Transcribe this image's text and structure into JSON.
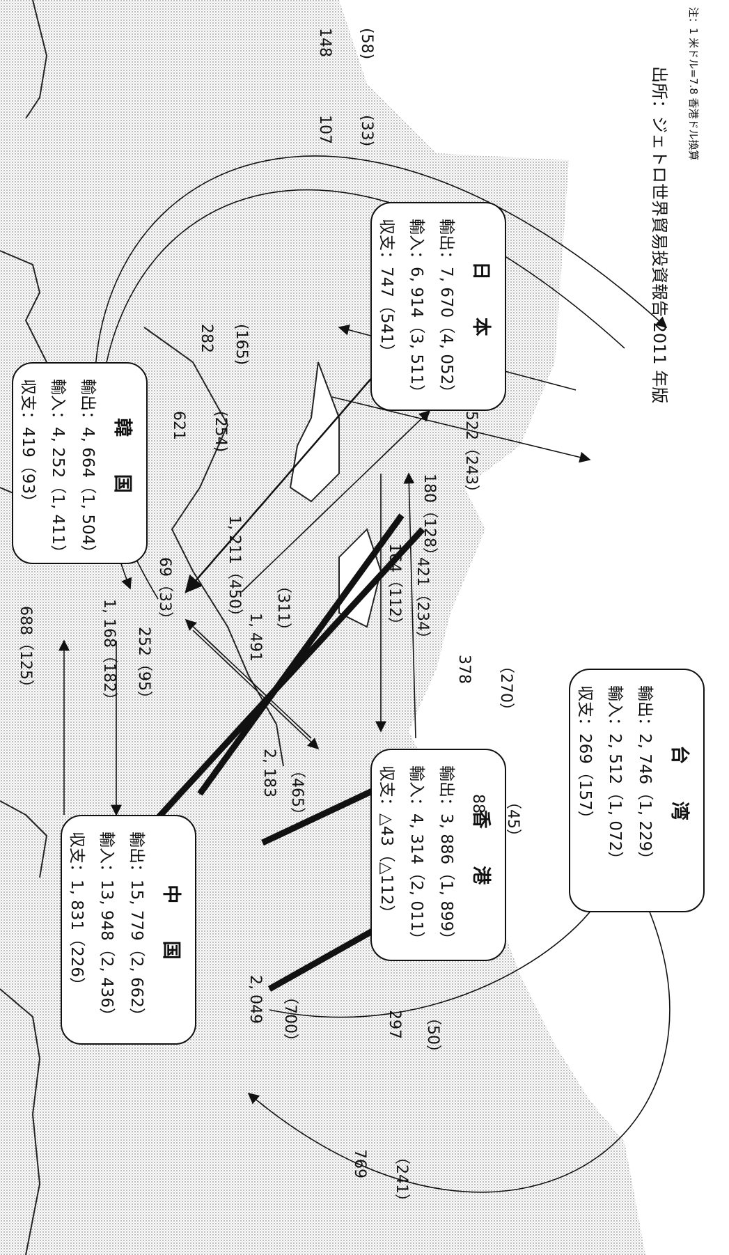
{
  "nodes": {
    "korea": {
      "name": "韓 国",
      "export": "輸出：4, 664（1, 504）",
      "import": "輸入：4, 252（1, 411）",
      "balance": "収支：419（93）"
    },
    "japan": {
      "name": "日 本",
      "export": "輸出：7, 670（4, 052）",
      "import": "輸入：6, 914（3, 511）",
      "balance": "収支：747（541）"
    },
    "china": {
      "name": "中 国",
      "export": "輸出：15, 779（2, 662）",
      "import": "輸入：13, 948（2, 436）",
      "balance": "収支：1, 831（226）"
    },
    "hongkong": {
      "name": "香 港",
      "export": "輸出：3, 886（1, 899）",
      "import": "輸入：4, 314（2, 011）",
      "balance": "収支：△43（△112）"
    },
    "taiwan": {
      "name": "台 湾",
      "export": "輸出：2, 746（1, 229）",
      "import": "輸入：2, 512（1, 072）",
      "balance": "収支：269（157）"
    }
  },
  "flows": {
    "f148": "148",
    "f58": "(58)",
    "f107": "107",
    "f33a": "(33)",
    "f282": "282",
    "f165": "(165)",
    "f621": "621",
    "f254": "(254)",
    "f522": "522（243）",
    "f180": "180（128）",
    "f1211": "1, 211（450）",
    "f69": "69（33）",
    "f164": "164（112）",
    "f421": "421（234）",
    "f1491": "1, 491",
    "f311": "（311）",
    "f688": "688（125）",
    "f1168": "1, 168（182）",
    "f252": "252（95）",
    "f378": "378",
    "f270": "（270）",
    "f2183": "2, 183",
    "f465": "（465）",
    "f88": "88",
    "f45": "（45）",
    "f2049": "2, 049",
    "f700": "（700）",
    "f297": "297",
    "f50": "（50）",
    "f769": "769",
    "f241": "（241）"
  },
  "note": "注：1 米ドル=7.8 香港ドル換算",
  "source": "出所：ジェトロ世界貿易投資報告 2011 年版"
}
